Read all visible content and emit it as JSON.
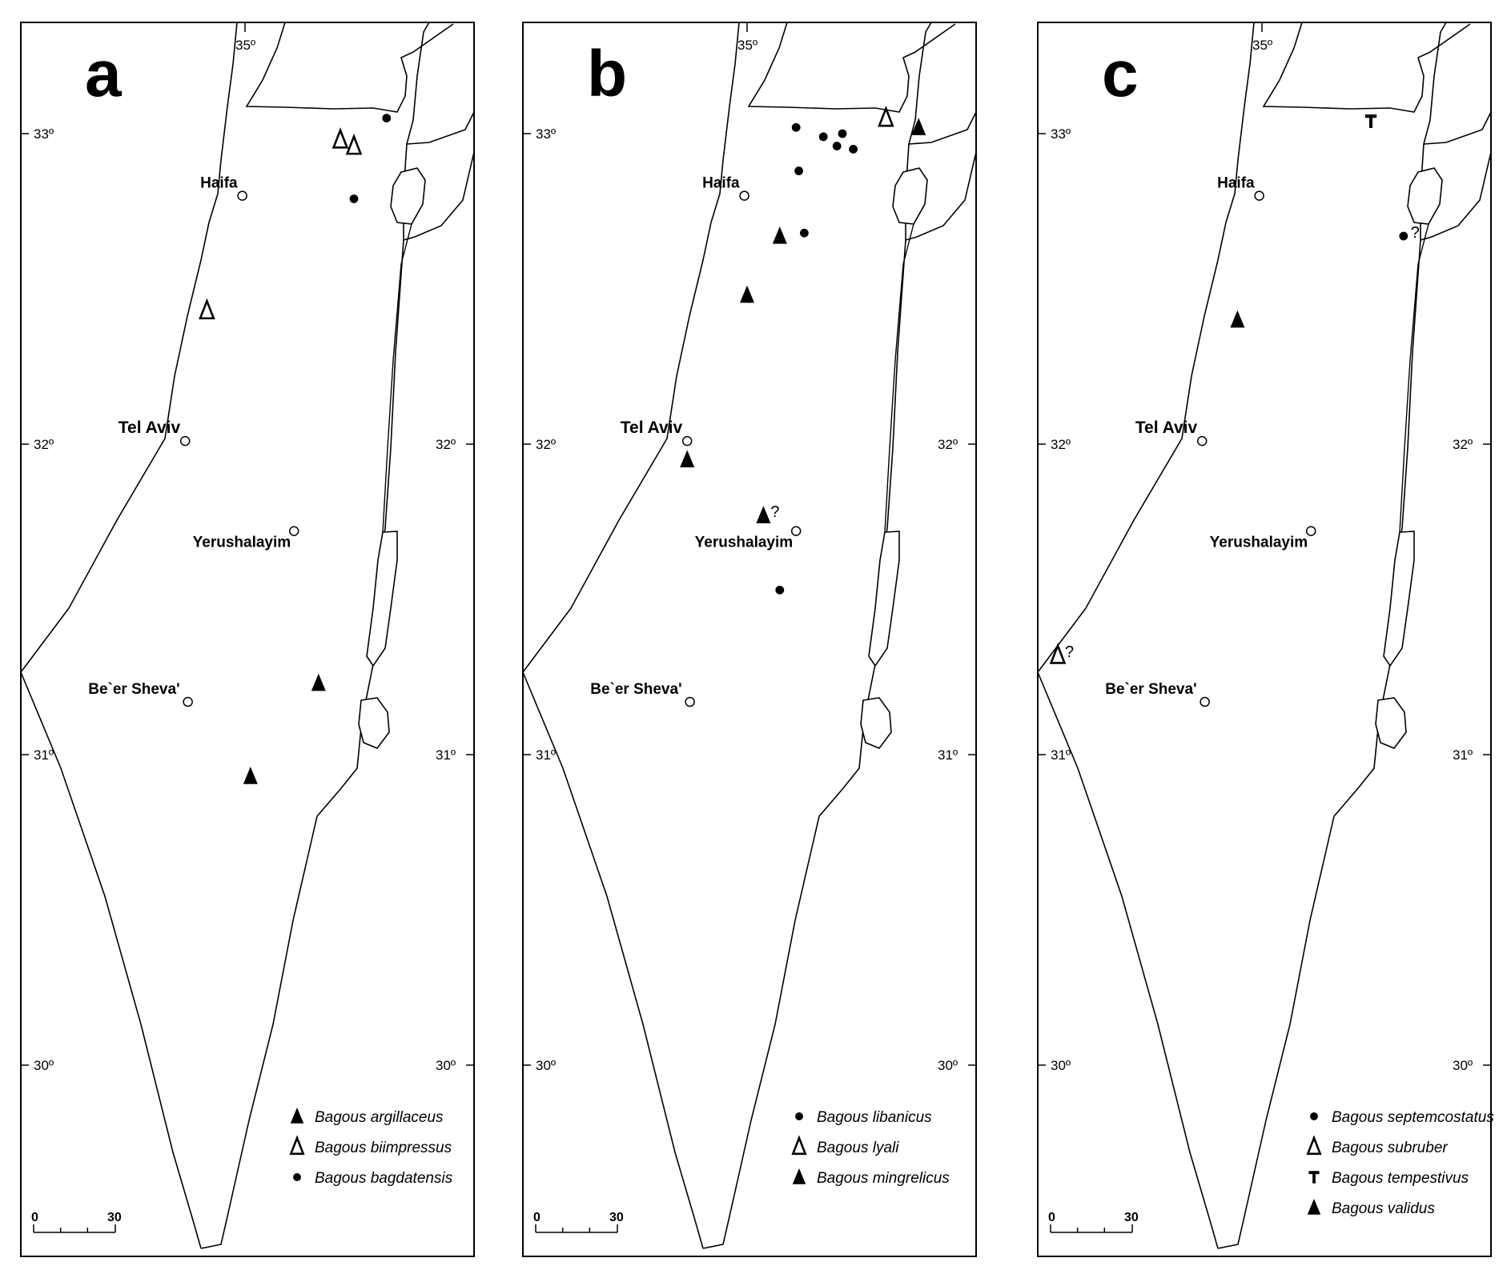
{
  "panels": [
    {
      "letter": "a",
      "legend": [
        {
          "symbol": "filled-triangle",
          "label": "Bagous argillaceus"
        },
        {
          "symbol": "open-triangle",
          "label": "Bagous biimpressus"
        },
        {
          "symbol": "dot",
          "label": "Bagous bagdatensis"
        }
      ],
      "records": [
        {
          "symbol": "open-triangle",
          "lon": 35.35,
          "lat": 32.98
        },
        {
          "symbol": "open-triangle",
          "lon": 35.4,
          "lat": 32.96
        },
        {
          "symbol": "dot",
          "lon": 35.52,
          "lat": 33.05
        },
        {
          "symbol": "dot",
          "lon": 35.4,
          "lat": 32.79
        },
        {
          "symbol": "open-triangle",
          "lon": 34.86,
          "lat": 32.43
        },
        {
          "symbol": "filled-triangle",
          "lon": 35.27,
          "lat": 31.23
        },
        {
          "symbol": "filled-triangle",
          "lon": 35.02,
          "lat": 30.93
        }
      ]
    },
    {
      "letter": "b",
      "legend": [
        {
          "symbol": "dot",
          "label": "Bagous libanicus"
        },
        {
          "symbol": "open-triangle",
          "label": "Bagous lyali"
        },
        {
          "symbol": "filled-triangle",
          "label": "Bagous mingrelicus"
        }
      ],
      "records": [
        {
          "symbol": "dot",
          "lon": 35.18,
          "lat": 33.02
        },
        {
          "symbol": "dot",
          "lon": 35.28,
          "lat": 32.99
        },
        {
          "symbol": "dot",
          "lon": 35.33,
          "lat": 32.96
        },
        {
          "symbol": "dot",
          "lon": 35.35,
          "lat": 33.0
        },
        {
          "symbol": "dot",
          "lon": 35.39,
          "lat": 32.95
        },
        {
          "symbol": "dot",
          "lon": 35.19,
          "lat": 32.88
        },
        {
          "symbol": "dot",
          "lon": 35.21,
          "lat": 32.68
        },
        {
          "symbol": "dot",
          "lon": 35.12,
          "lat": 31.53
        },
        {
          "symbol": "open-triangle",
          "lon": 35.51,
          "lat": 33.05
        },
        {
          "symbol": "filled-triangle",
          "lon": 35.63,
          "lat": 33.02
        },
        {
          "symbol": "filled-triangle",
          "lon": 35.12,
          "lat": 32.67
        },
        {
          "symbol": "filled-triangle",
          "lon": 35.0,
          "lat": 32.48
        },
        {
          "symbol": "filled-triangle",
          "lon": 34.78,
          "lat": 31.95
        },
        {
          "symbol": "filled-triangle",
          "lon": 35.06,
          "lat": 31.77,
          "mark": "?"
        }
      ]
    },
    {
      "letter": "c",
      "legend": [
        {
          "symbol": "dot",
          "label": "Bagous septemcostatus"
        },
        {
          "symbol": "open-triangle",
          "label": "Bagous subruber"
        },
        {
          "symbol": "t-symbol",
          "label": "Bagous tempestivus"
        },
        {
          "symbol": "filled-triangle",
          "label": "Bagous validus"
        }
      ],
      "records": [
        {
          "symbol": "t-symbol",
          "lon": 35.4,
          "lat": 33.04
        },
        {
          "symbol": "dot",
          "lon": 35.52,
          "lat": 32.67,
          "mark": "?"
        },
        {
          "symbol": "filled-triangle",
          "lon": 34.91,
          "lat": 32.4
        },
        {
          "symbol": "open-triangle",
          "lon": 34.25,
          "lat": 31.32,
          "mark": "?"
        }
      ]
    }
  ],
  "cities": [
    {
      "name": "Haifa",
      "lon": 34.99,
      "lat": 32.8
    },
    {
      "name": "Tel Aviv",
      "lon": 34.78,
      "lat": 32.01
    },
    {
      "name": "Yerushalayim",
      "lon": 35.18,
      "lat": 31.72
    },
    {
      "name": "Be`er Sheva'",
      "lon": 34.79,
      "lat": 31.17
    }
  ],
  "graticule": {
    "longitude_labels": [
      {
        "value": 35,
        "label": "35º"
      }
    ],
    "latitude_labels": [
      {
        "value": 33,
        "label": "33º"
      },
      {
        "value": 32,
        "label": "32º"
      },
      {
        "value": 31,
        "label": "31º"
      },
      {
        "value": 30,
        "label": "30º"
      }
    ]
  },
  "scale_bar": {
    "start_label": "0",
    "end_label": "30",
    "km": 30
  },
  "colors": {
    "ink": "#000000",
    "paper": "#ffffff"
  }
}
